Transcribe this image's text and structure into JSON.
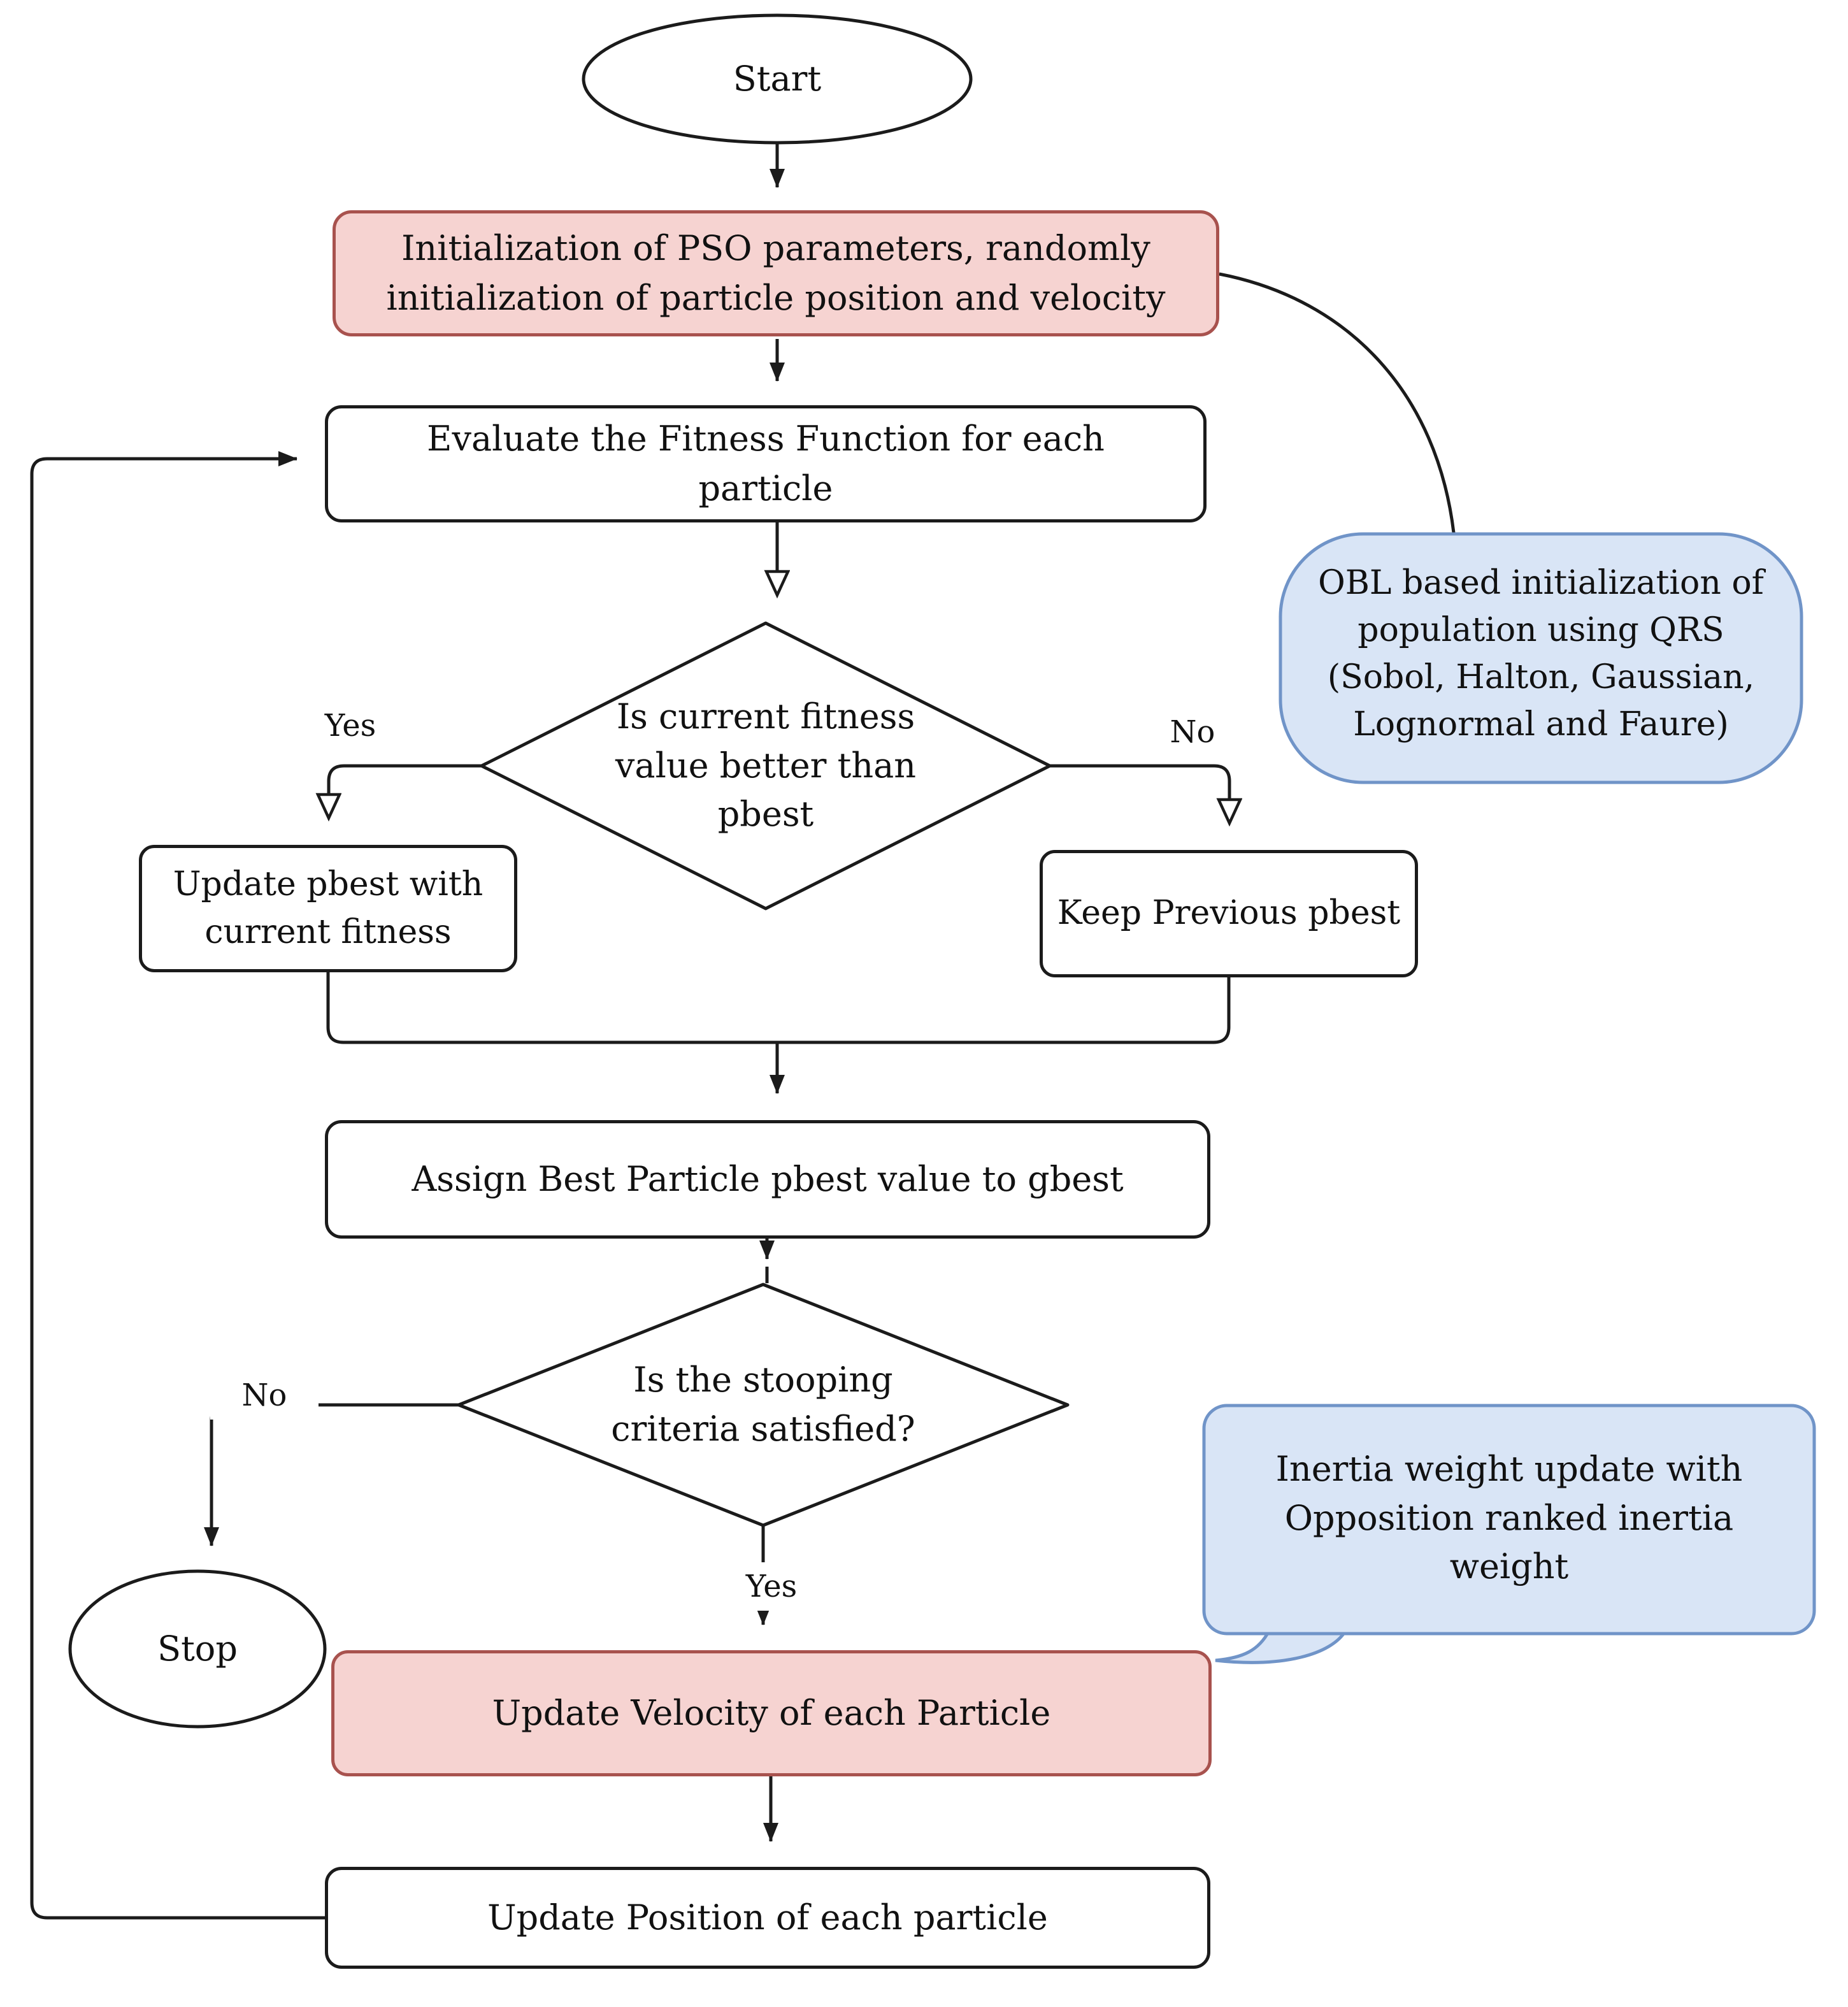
{
  "diagram": {
    "nodes": {
      "start": "Start",
      "init": "Initialization of PSO parameters, randomly initialization of particle position and velocity",
      "evaluate": "Evaluate the Fitness Function for each particle",
      "fitness_decision": "Is current fitness value better than pbest",
      "update_pbest": "Update pbest with current fitness",
      "keep_pbest": "Keep Previous pbest",
      "assign_gbest": "Assign Best Particle pbest value to gbest",
      "stopping_decision": "Is the stooping criteria satisfied?",
      "stop": "Stop",
      "update_velocity": "Update Velocity of each Particle",
      "update_position": "Update Position of each particle"
    },
    "callouts": {
      "obl_init": "OBL based initialization of population using QRS (Sobol, Halton, Gaussian, Lognormal and Faure)",
      "inertia_weight": "Inertia weight update with Opposition ranked inertia weight"
    },
    "edge_labels": {
      "fitness_yes": "Yes",
      "fitness_no": "No",
      "stopping_no": "No",
      "stopping_yes": "Yes"
    },
    "colors": {
      "highlight_fill": "#f6d3d1",
      "highlight_border": "#a8524e",
      "callout_fill": "#d9e5f6",
      "callout_border": "#7094c8",
      "node_fill": "#ffffff",
      "node_border": "#1b1b1b",
      "line": "#1b1b1b"
    }
  }
}
